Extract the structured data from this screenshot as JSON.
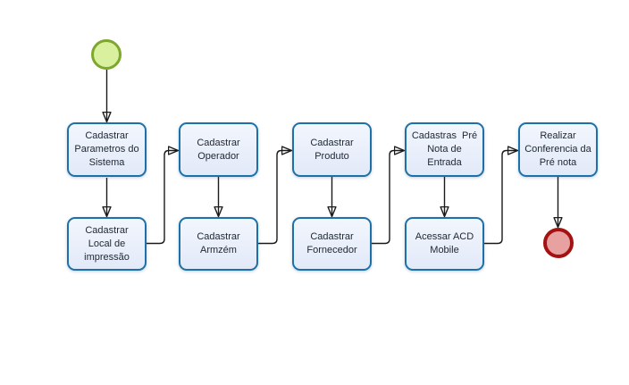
{
  "diagram": {
    "type": "bpmn-flowchart",
    "background": "#ffffff",
    "colors": {
      "task_fill": "#e8eefa",
      "task_border": "#1d70a8",
      "task_text": "#202a35",
      "start_fill": "#d9f19e",
      "start_border": "#7da72d",
      "end_fill": "#e7a1a1",
      "end_border": "#a51212",
      "connector": "#1a1a1a"
    },
    "events": {
      "start": {
        "label": "",
        "shape": "circle",
        "color_role": "start"
      },
      "end": {
        "label": "",
        "shape": "circle",
        "color_role": "end"
      }
    },
    "tasks": [
      {
        "id": "task-1",
        "label": "Cadastrar\nParametros do\nSistema"
      },
      {
        "id": "task-2",
        "label": "Cadastrar\nOperador"
      },
      {
        "id": "task-3",
        "label": "Cadastrar\nProduto"
      },
      {
        "id": "task-4",
        "label": "Cadastras  Pré\nNota de\nEntrada"
      },
      {
        "id": "task-5",
        "label": "Realizar\nConferencia da\nPré nota"
      },
      {
        "id": "task-6",
        "label": "Cadastrar\nLocal de\nimpressão"
      },
      {
        "id": "task-7",
        "label": "Cadastrar\nArmzém"
      },
      {
        "id": "task-8",
        "label": "Cadastrar\nFornecedor"
      },
      {
        "id": "task-9",
        "label": "Acessar ACD\nMobile"
      }
    ],
    "flow_order": [
      "start",
      "Cadastrar Parametros do Sistema",
      "Cadastrar Local de impressão",
      "Cadastrar Operador",
      "Cadastrar Armzém",
      "Cadastrar Produto",
      "Cadastrar Fornecedor",
      "Cadastras  Pré Nota de Entrada",
      "Acessar ACD Mobile",
      "Realizar Conferencia da Pré nota",
      "end"
    ]
  }
}
